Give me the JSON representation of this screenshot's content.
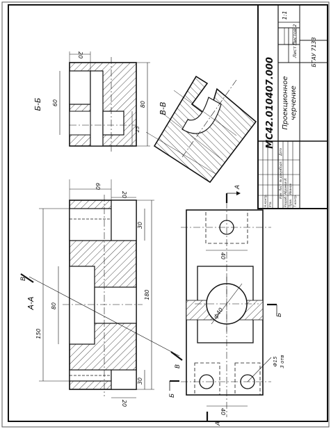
{
  "title_block": {
    "designation": "МС42.010407.000",
    "name_line1": "Проекционное",
    "name_line2": "черчение",
    "scale": "1:1",
    "sheets": "Листов 2",
    "sheet_label": "Лист",
    "org": "БГАУ 7133",
    "rows": [
      "Изм.",
      "Лист",
      "№ докум.",
      "Подп.",
      "Дата",
      "Разраб.",
      "Пров.",
      "Т.контр.",
      "Н.контр.",
      "Утв."
    ],
    "names": [
      "Абрамов И.",
      "Иванов"
    ]
  },
  "sections": {
    "bb": "Б-Б",
    "vv": "В-В",
    "aa": "А-А"
  },
  "markers": {
    "a": "А",
    "b": "Б",
    "v": "В"
  },
  "dims": {
    "d20_top": "20",
    "d60_bb": "60",
    "d80_bb": "80",
    "d25_bb": "25",
    "d60_front": "60",
    "d20_front": "20",
    "d30_top": "30",
    "d150": "150",
    "d80_front": "80",
    "d180": "180",
    "d30_bottom": "30",
    "d20_bottom": "20",
    "d40_top": "40",
    "d40_bottom": "40",
    "phi40": "ф40",
    "phi15": "Ф15",
    "holes": "3 отв"
  }
}
